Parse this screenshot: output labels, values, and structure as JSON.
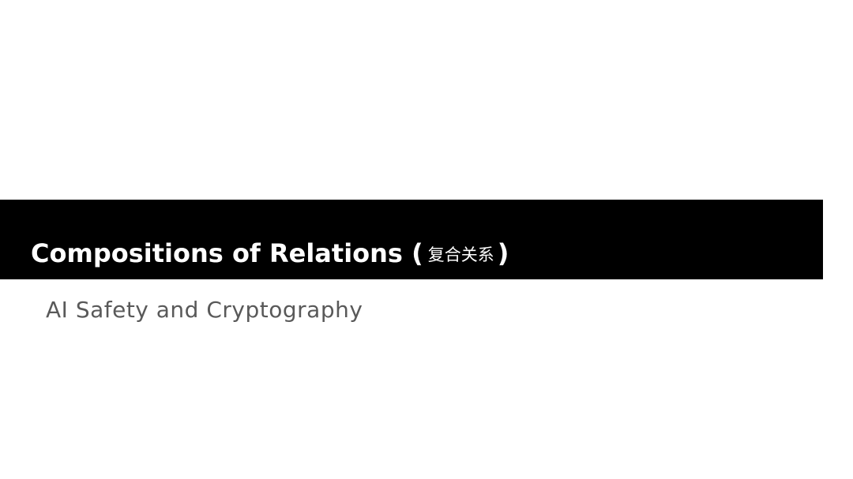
{
  "slide": {
    "title": {
      "main": "Compositions of Relations",
      "open_paren": "(",
      "chinese": "复合关系",
      "close_paren": ")"
    },
    "subtitle": "AI Safety and Cryptography"
  },
  "colors": {
    "background": "#ffffff",
    "title_bar": "#000000",
    "title_text": "#ffffff",
    "subtitle_text": "#595959"
  }
}
